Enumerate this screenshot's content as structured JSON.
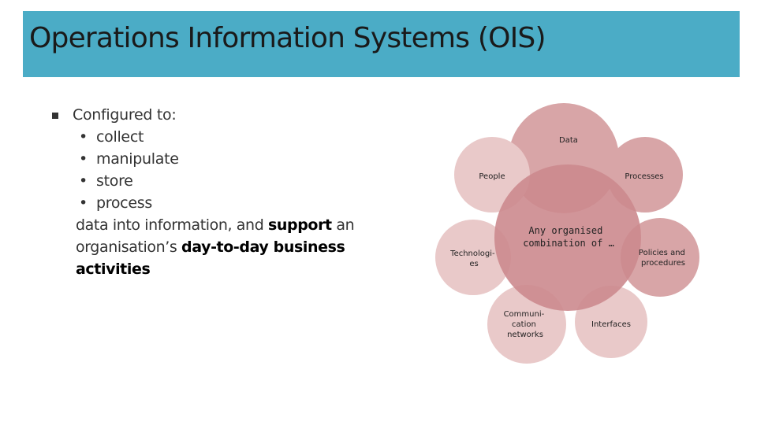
{
  "header": {
    "title": "Operations Information Systems (OIS)"
  },
  "content": {
    "intro": "Configured to:",
    "items": [
      "collect",
      "manipulate",
      "store",
      "process"
    ],
    "tail_pre": "data into information, and ",
    "tail_bold1": "support",
    "tail_mid": "  an organisation’s ",
    "tail_bold2": "day-to-day business activities"
  },
  "diagram": {
    "center": [
      "Any organised",
      "combination of …"
    ],
    "nodes": {
      "data": [
        "Data"
      ],
      "people": [
        "People"
      ],
      "processes": [
        "Processes"
      ],
      "technologies": [
        "Technologi-",
        "es"
      ],
      "policies": [
        "Policies and",
        "procedures"
      ],
      "networks": [
        "Communi-",
        "cation",
        "networks"
      ],
      "interfaces": [
        "Interfaces"
      ]
    },
    "colors": {
      "center": "#cc8a8e",
      "node_light": "#e9c9c9",
      "node_mid": "#d8a5a7"
    }
  }
}
